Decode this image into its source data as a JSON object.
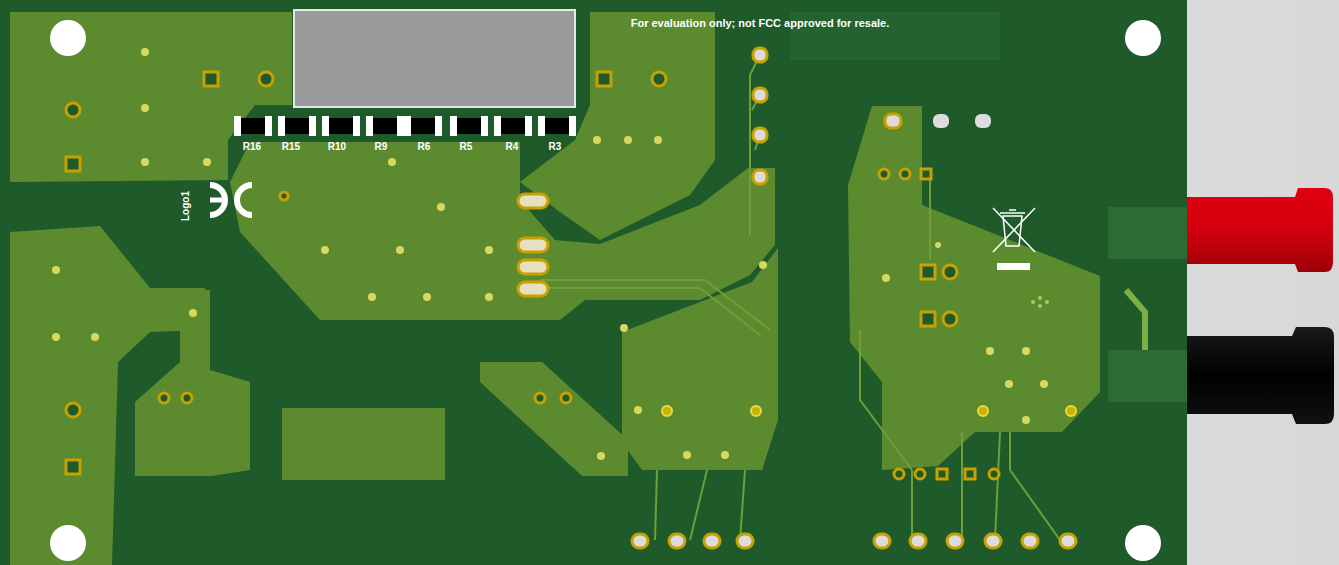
{
  "diagram": {
    "labels": [
      "For evaluation only; not FCC approved for resale.",
      "R16",
      "R15",
      "R10",
      "R9",
      "R6",
      "R5",
      "R4",
      "R3",
      "Logo1"
    ]
  }
}
